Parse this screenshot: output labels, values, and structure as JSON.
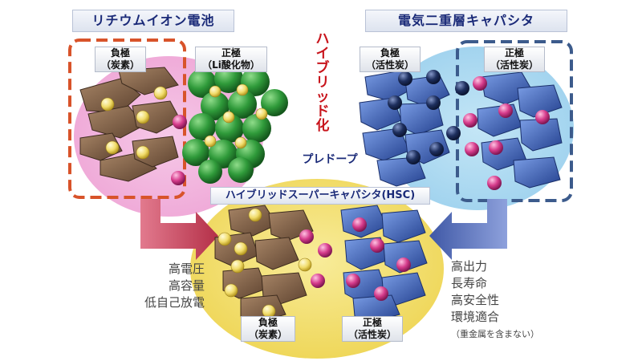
{
  "titles": {
    "lib": "リチウムイオン電池",
    "edlc": "電気二重層キャパシタ",
    "hybridize": "ハイブリッド化",
    "predope": "プレドープ",
    "hsc": "ハイブリッドスーパーキャパシタ(HSC)"
  },
  "labels": {
    "lib_negative": [
      "負極",
      "（炭素）"
    ],
    "lib_positive": [
      "正極",
      "（Li酸化物）"
    ],
    "edlc_negative": [
      "負極",
      "（活性炭）"
    ],
    "edlc_positive": [
      "正極",
      "（活性炭）"
    ],
    "hsc_negative": [
      "負極",
      "（炭素）"
    ],
    "hsc_positive": [
      "正極",
      "（活性炭）"
    ]
  },
  "features": {
    "left": [
      "高電圧",
      "高容量",
      "低自己放電"
    ],
    "right": [
      "高出力",
      "長寿命",
      "高安全性",
      "環境適合"
    ],
    "right_note": "（重金属を含まない）"
  },
  "colors": {
    "pink_region": "#f2b5de",
    "blue_region": "#a9d8ef",
    "yellow_region": "#f3e26c",
    "red_dashed": "#d8532a",
    "blue_dashed": "#3c5b8c",
    "left_arrow": "#c8405a",
    "right_arrow": "#5a72b8",
    "carbon": "#8b6a50",
    "li_oxide": "#2f9a3a",
    "activated_carbon": "#3d64b8",
    "lithium_ion": "#f1dc6a",
    "anion": "#d63c8c",
    "cation": "#1e2f5e"
  },
  "icons": [
    "carbon-particle",
    "lithium-oxide-sphere",
    "activated-carbon-flake",
    "lithium-ion-dot",
    "anion-dot",
    "cation-dot"
  ]
}
